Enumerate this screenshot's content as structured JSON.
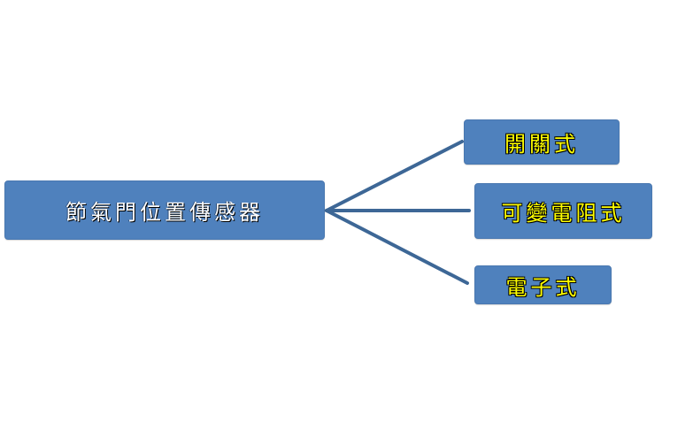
{
  "diagram": {
    "root": {
      "label": "節氣門位置傳感器"
    },
    "children": [
      {
        "label": "開關式"
      },
      {
        "label": "可變電阻式"
      },
      {
        "label": "電子式"
      }
    ]
  },
  "colors": {
    "box_fill": "#4f81bd",
    "connector": "#3d6796",
    "root_text": "#ffffff",
    "leaf_text": "#ffff00"
  }
}
